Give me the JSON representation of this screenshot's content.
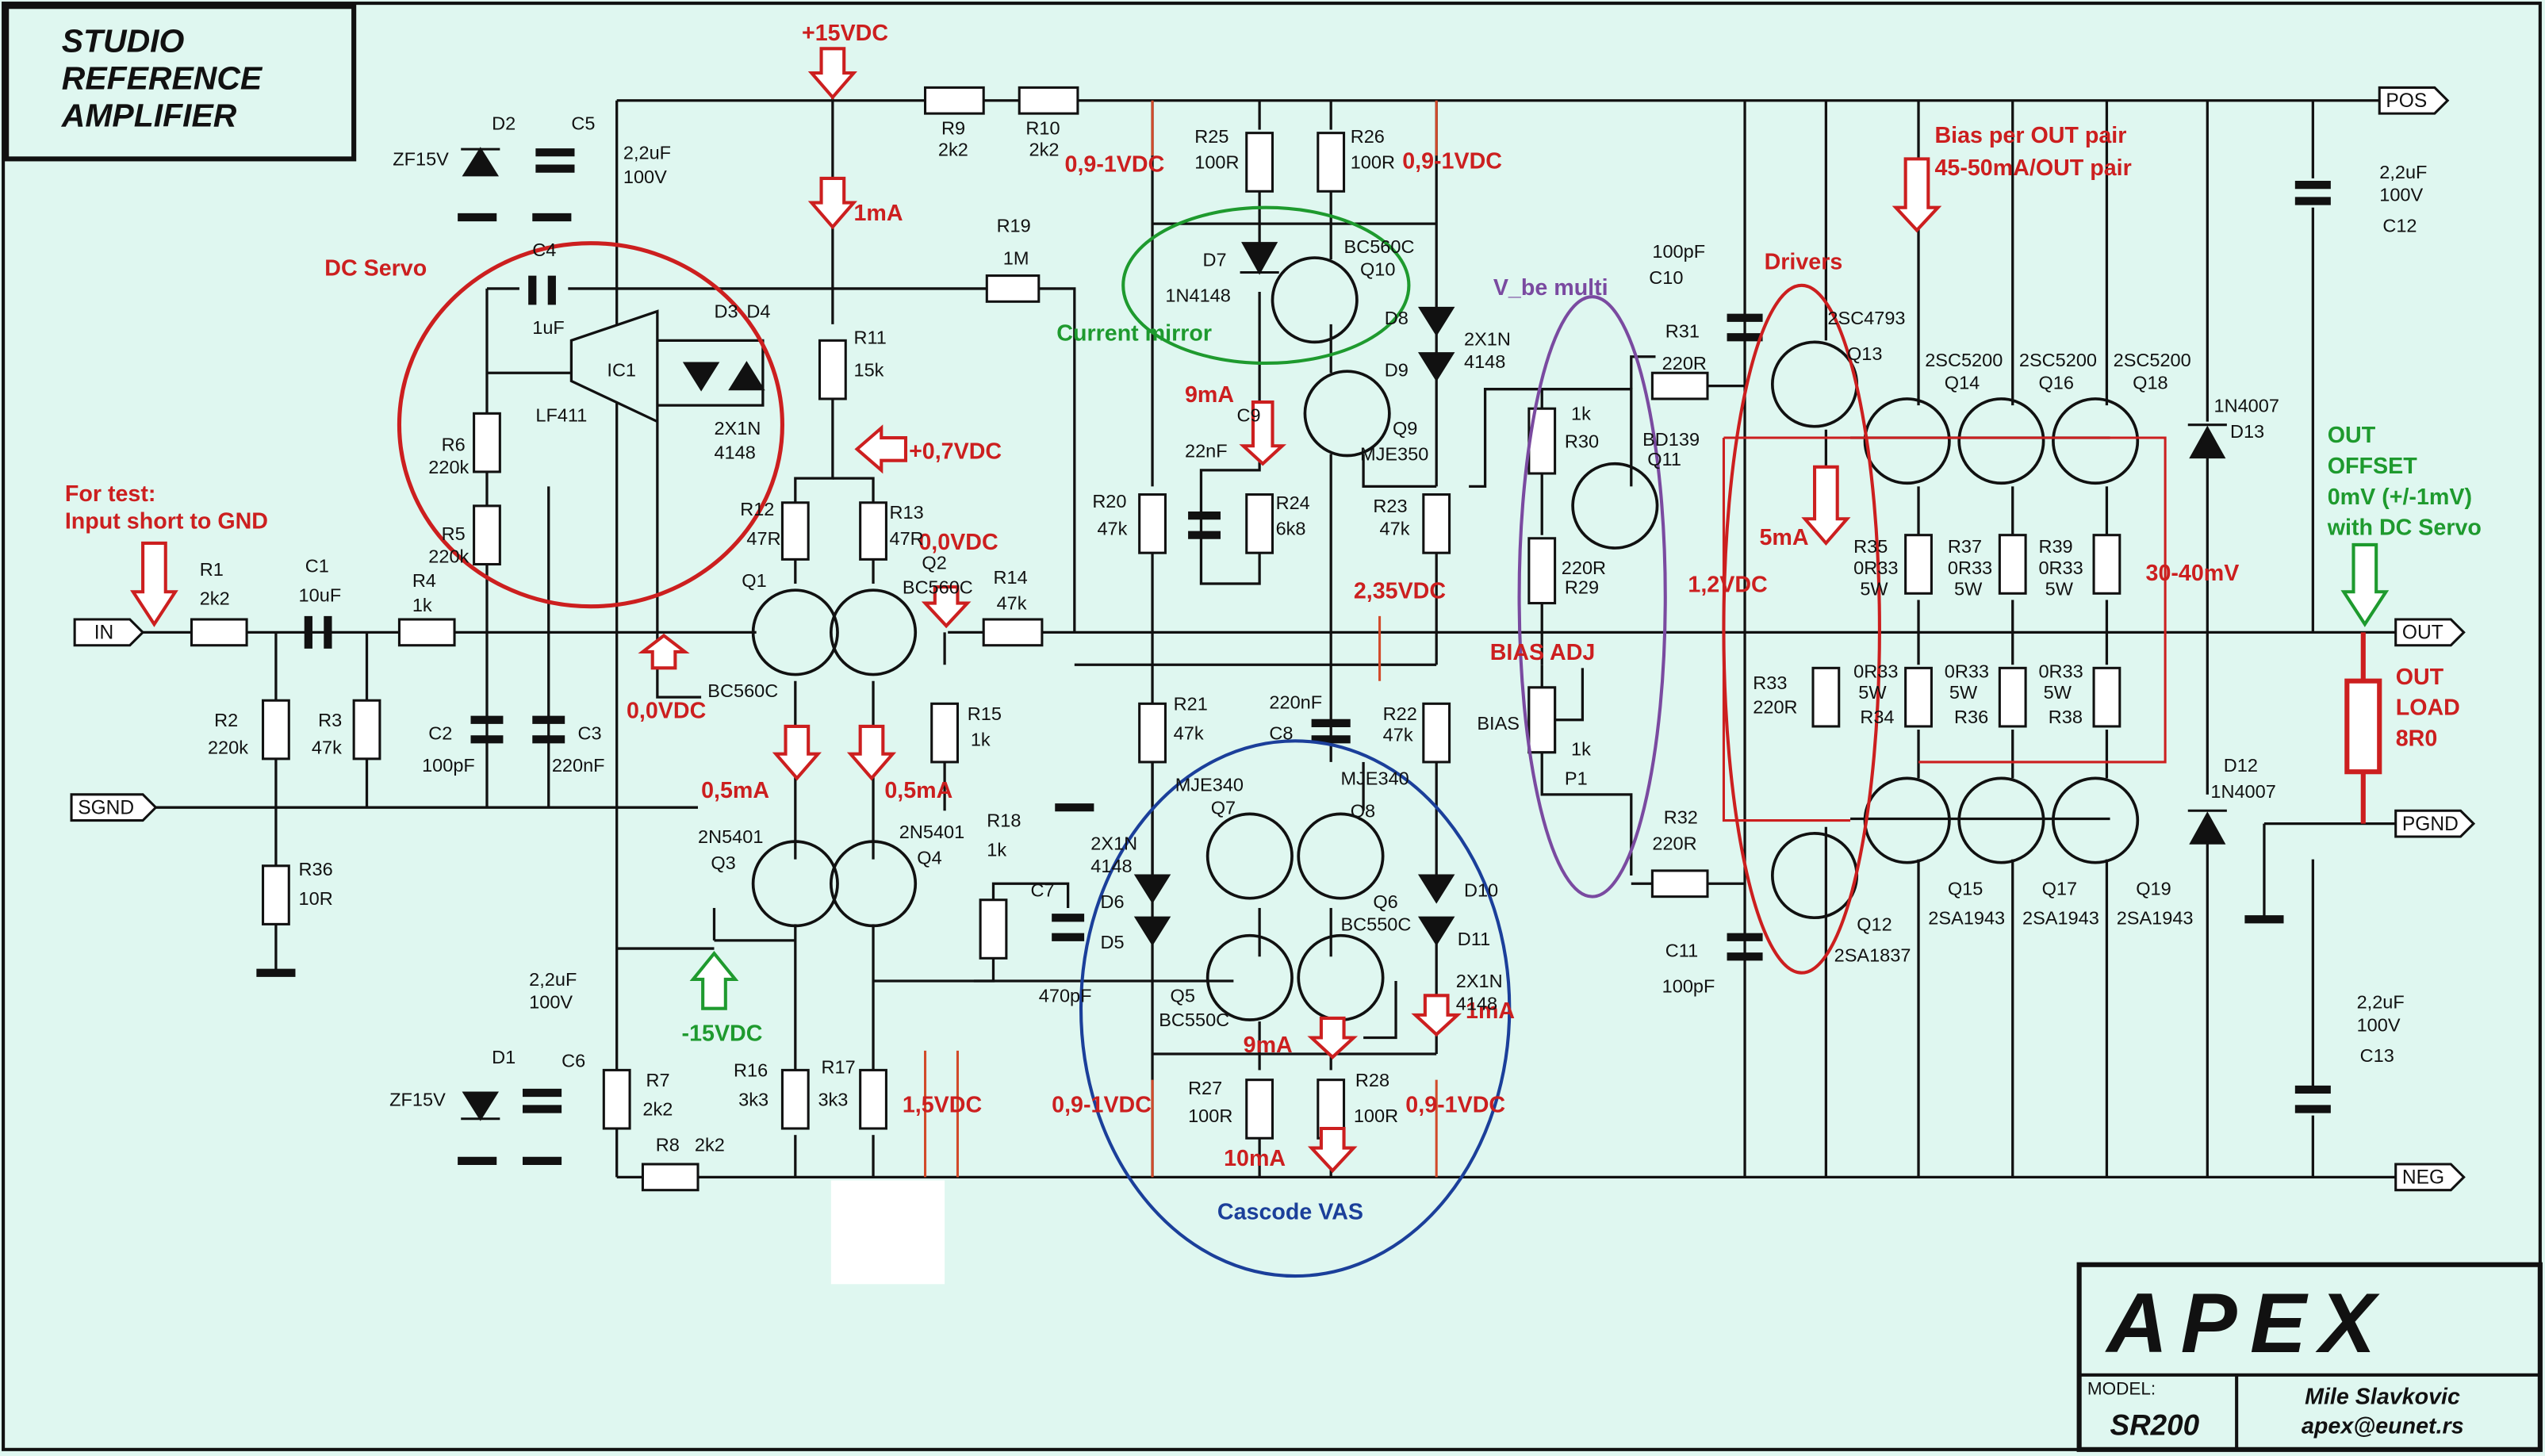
{
  "title": [
    "STUDIO",
    "REFERENCE",
    "AMPLIFIER"
  ],
  "rails": {
    "pos_supply": "+15VDC",
    "neg_supply": "-15VDC"
  },
  "ports": {
    "in": "IN",
    "sgnd": "SGND",
    "pos": "POS",
    "out": "OUT",
    "pgnd": "PGND",
    "neg": "NEG"
  },
  "annotations": {
    "dc_servo": "DC Servo",
    "for_test_1": "For test:",
    "for_test_2": "Input short to GND",
    "current_mirror": "Current mirror",
    "vbe_multi": "V_be multi",
    "drivers": "Drivers",
    "cascode_vas": "Cascode VAS",
    "bias_adj": "BIAS ADJ",
    "bias_per_1": "Bias per OUT pair",
    "bias_per_2": "45-50mA/OUT pair",
    "out_offset_1": "OUT",
    "out_offset_2": "OFFSET",
    "out_offset_3": "0mV (+/-1mV)",
    "out_offset_4": "with DC Servo",
    "out_load_1": "OUT",
    "out_load_2": "LOAD",
    "out_load_3": "8R0",
    "i_1ma_top": "1mA",
    "v_07": "+0,7VDC",
    "v_00_right": "0,0VDC",
    "v_00_left": "0,0VDC",
    "i_05_a": "0,5mA",
    "i_05_b": "0,5mA",
    "v_09_a": "0,9-1VDC",
    "v_09_b": "0,9-1VDC",
    "v_09_c": "0,9-1VDC",
    "v_09_d": "0,9-1VDC",
    "i_9ma_top": "9mA",
    "i_9ma_bot": "9mA",
    "i_1ma_bot": "1mA",
    "i_10ma": "10mA",
    "v_235": "2,35VDC",
    "v_15": "1,5VDC",
    "v_12": "1,2VDC",
    "i_5ma": "5mA",
    "v_3040": "30-40mV"
  },
  "components": {
    "d2": [
      "D2",
      "ZF15V"
    ],
    "c5": [
      "C5",
      "2,2uF",
      "100V"
    ],
    "r9": [
      "R9",
      "2k2"
    ],
    "r10": [
      "R10",
      "2k2"
    ],
    "r19": [
      "R19",
      "1M"
    ],
    "r11": [
      "R11",
      "15k"
    ],
    "c4": [
      "C4",
      "1uF"
    ],
    "ic1": [
      "IC1",
      "LF411"
    ],
    "d3": "D3",
    "d4": "D4",
    "d34": [
      "2X1N",
      "4148"
    ],
    "r6": [
      "R6",
      "220k"
    ],
    "r5": [
      "R5",
      "220k"
    ],
    "r1": [
      "R1",
      "2k2"
    ],
    "c1": [
      "C1",
      "10uF"
    ],
    "r4": [
      "R4",
      "1k"
    ],
    "r2": [
      "R2",
      "220k"
    ],
    "r3": [
      "R3",
      "47k"
    ],
    "c2": [
      "C2",
      "100pF"
    ],
    "c3": [
      "C3",
      "220nF"
    ],
    "r36": [
      "R36",
      "10R"
    ],
    "r12": [
      "R12",
      "47R"
    ],
    "r13": [
      "R13",
      "47R"
    ],
    "q1": [
      "Q1",
      "BC560C"
    ],
    "q2": [
      "Q2",
      "BC560C"
    ],
    "r14": [
      "R14",
      "47k"
    ],
    "r15": [
      "R15",
      "1k"
    ],
    "q3": [
      "2N5401",
      "Q3"
    ],
    "q4": [
      "2N5401",
      "Q4"
    ],
    "r16": [
      "R16",
      "3k3"
    ],
    "r17": [
      "R17",
      "3k3"
    ],
    "d1": [
      "D1",
      "ZF15V"
    ],
    "c6": [
      "C6",
      "2,2uF",
      "100V"
    ],
    "r7": [
      "R7",
      "2k2"
    ],
    "r8": [
      "R8",
      "2k2"
    ],
    "r18": [
      "R18",
      "1k"
    ],
    "c7": [
      "C7",
      "470pF"
    ],
    "r25": [
      "R25",
      "100R"
    ],
    "r26": [
      "R26",
      "100R"
    ],
    "d7": [
      "D7",
      "1N4148"
    ],
    "q10": [
      "BC560C",
      "Q10"
    ],
    "d8": "D8",
    "d9": "D9",
    "d89": [
      "2X1N",
      "4148"
    ],
    "c9": [
      "C9",
      "22nF"
    ],
    "r24": [
      "R24",
      "6k8"
    ],
    "r20": [
      "R20",
      "47k"
    ],
    "q9": [
      "Q9",
      "MJE350"
    ],
    "r23": [
      "R23",
      "47k"
    ],
    "r21": [
      "R21",
      "47k"
    ],
    "c8": [
      "220nF",
      "C8"
    ],
    "r22": [
      "R22",
      "47k"
    ],
    "q7": [
      "MJE340",
      "Q7"
    ],
    "q8": [
      "MJE340",
      "Q8"
    ],
    "d56": [
      "2X1N",
      "4148"
    ],
    "d6": "D6",
    "d5": "D5",
    "q5": [
      "Q5",
      "BC550C"
    ],
    "q6": [
      "Q6",
      "BC550C"
    ],
    "d10": "D10",
    "d11": "D11",
    "d1011": [
      "2X1N",
      "4148"
    ],
    "r27": [
      "R27",
      "100R"
    ],
    "r28": [
      "R28",
      "100R"
    ],
    "c10": [
      "100pF",
      "C10"
    ],
    "r30": [
      "1k",
      "R30"
    ],
    "r29": [
      "220R",
      "R29"
    ],
    "q11": [
      "BD139",
      "Q11"
    ],
    "p1": [
      "BIAS",
      "1k",
      "P1"
    ],
    "r31": [
      "R31",
      "220R"
    ],
    "r32": [
      "R32",
      "220R"
    ],
    "c11": [
      "C11",
      "100pF"
    ],
    "q13": [
      "2SC4793",
      "Q13"
    ],
    "q12": [
      "Q12",
      "2SA1837"
    ],
    "r33": [
      "R33",
      "220R"
    ],
    "q14": [
      "2SC5200",
      "Q14"
    ],
    "q16": [
      "2SC5200",
      "Q16"
    ],
    "q18": [
      "2SC5200",
      "Q18"
    ],
    "q15": [
      "Q15",
      "2SA1943"
    ],
    "q17": [
      "Q17",
      "2SA1943"
    ],
    "q19": [
      "Q19",
      "2SA1943"
    ],
    "r35": [
      "R35",
      "0R33",
      "5W"
    ],
    "r37": [
      "R37",
      "0R33",
      "5W"
    ],
    "r39": [
      "R39",
      "0R33",
      "5W"
    ],
    "r34": [
      "0R33",
      "5W",
      "R34"
    ],
    "r36b": [
      "0R33",
      "5W",
      "R36"
    ],
    "r38": [
      "0R33",
      "5W",
      "R38"
    ],
    "d13": [
      "1N4007",
      "D13"
    ],
    "d12": [
      "D12",
      "1N4007"
    ],
    "c12": [
      "2,2uF",
      "100V",
      "C12"
    ],
    "c13": [
      "2,2uF",
      "100V",
      "C13"
    ]
  },
  "titleblock": {
    "logo": "APEX",
    "model_label": "MODEL:",
    "model": "SR200",
    "author": "Mile Slavkovic",
    "email": "apex@eunet.rs"
  },
  "colors": {
    "background": "#dff7f0",
    "annotation_red": "#cc1f1f",
    "annotation_green": "#1e9a2e",
    "annotation_purple": "#7a4aa0",
    "annotation_blue": "#1b3f9a"
  }
}
